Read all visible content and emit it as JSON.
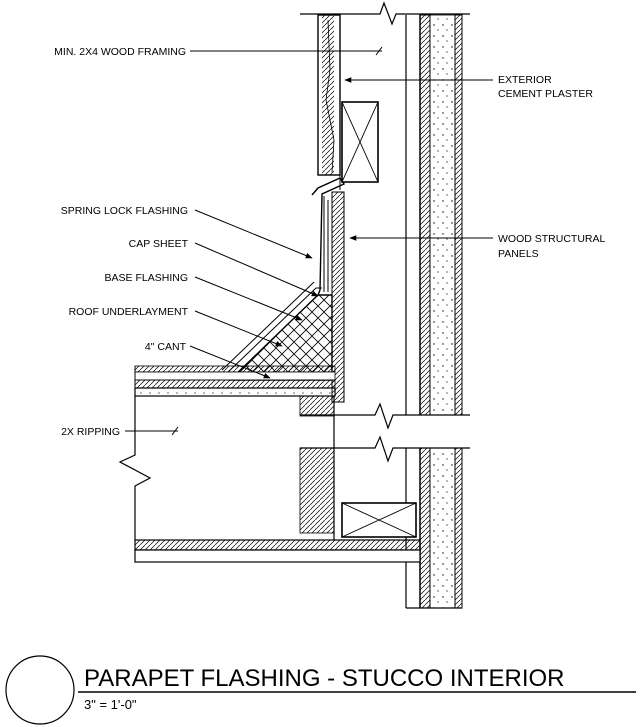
{
  "labels": {
    "wood_framing": "MIN. 2X4 WOOD FRAMING",
    "exterior_plaster_1": "EXTERIOR",
    "exterior_plaster_2": "CEMENT PLASTER",
    "spring_lock": "SPRING LOCK FLASHING",
    "cap_sheet": "CAP SHEET",
    "base_flashing": "BASE FLASHING",
    "wood_panels_1": "WOOD STRUCTURAL",
    "wood_panels_2": "PANELS",
    "roof_underlayment": "ROOF UNDERLAYMENT",
    "cant": "4\" CANT",
    "ripping": "2X RIPPING"
  },
  "title_block": {
    "title": "PARAPET FLASHING - STUCCO INTERIOR",
    "scale": "3\" = 1'-0\""
  }
}
